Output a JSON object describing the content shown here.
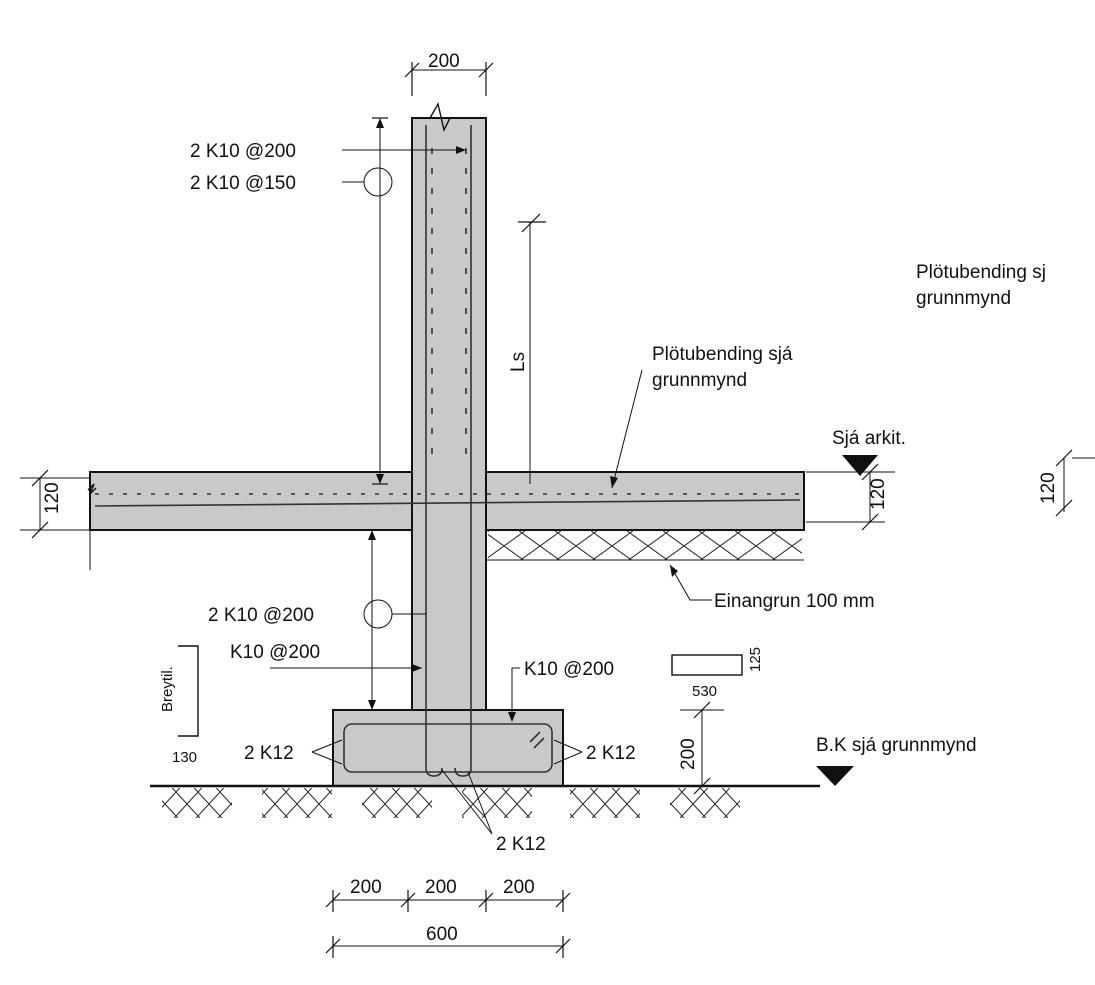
{
  "dimensions": {
    "wall_width": "200",
    "slab_thickness_left": "120",
    "slab_thickness_right": "120",
    "slab_thickness_far": "120",
    "footing_height": "200",
    "bottom_a": "200",
    "bottom_b": "200",
    "bottom_c": "200",
    "bottom_total": "600",
    "lap_length": "Ls",
    "small_length": "530",
    "small_height": "125",
    "breytil_width": "130"
  },
  "labels": {
    "rebar_vertical_1": "2 K10 @200",
    "rebar_vertical_2": "2 K10 @150",
    "rebar_lower_1": "2 K10 @200",
    "rebar_lower_2": "K10 @200",
    "footing_stirrup": "K10 @200",
    "footing_left": "2 K12",
    "footing_right": "2 K12",
    "footing_bottom": "2 K12",
    "slab_note_line1": "Plötubending sjá",
    "slab_note_line2": "grunnmynd",
    "slab_note2_line1": "Plötubending sj",
    "slab_note2_line2": "grunnmynd",
    "level_top": "Sjá arkit.",
    "level_bottom": "B.K sjá grunnmynd",
    "insulation": "Einangrun 100 mm",
    "breytil": "Breytil."
  }
}
